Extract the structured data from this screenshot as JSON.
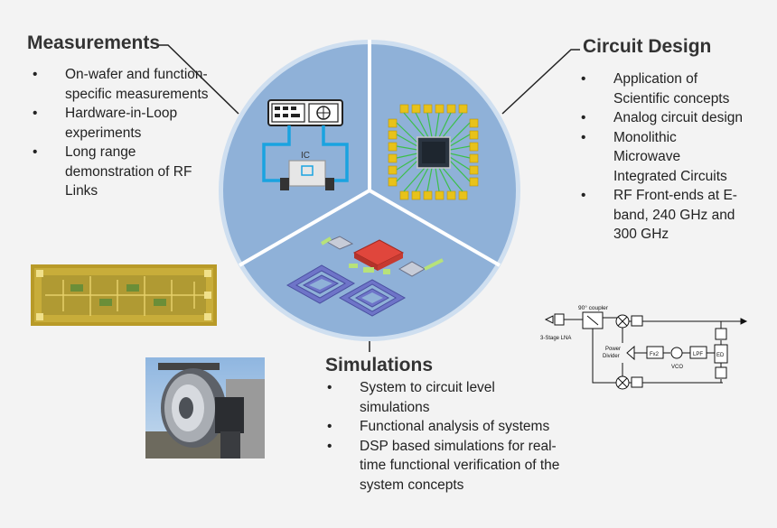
{
  "sections": {
    "measurements": {
      "title": "Measurements",
      "items": [
        "On-wafer and function-specific measurements",
        "Hardware-in-Loop experiments",
        "Long range demonstration of RF Links"
      ]
    },
    "circuit_design": {
      "title": "Circuit Design",
      "items": [
        "Application of Scientific concepts",
        "Analog circuit design",
        "Monolithic Microwave Integrated Circuits",
        "RF Front-ends at E-band, 240 GHz and 300 GHz"
      ]
    },
    "simulations": {
      "title": "Simulations",
      "items": [
        "System to circuit level simulations",
        "Functional analysis of systems",
        "DSP based simulations for real-time functional verification of the system  concepts"
      ]
    }
  },
  "pie": {
    "ic_label": "IC"
  },
  "block_diagram": {
    "coupler": "90° coupler",
    "lna": "3-Stage LNA",
    "power_divider": "Power Divider",
    "fx2": "Fx2",
    "vco": "VCO",
    "lpf": "LPF",
    "ed": "ED"
  },
  "colors": {
    "pie_fill": "#8fb1d8",
    "pie_border": "#ffffff",
    "ring": "#cfdff0",
    "chip_pad": "#e8c21a",
    "chip_core": "#2a3440"
  }
}
